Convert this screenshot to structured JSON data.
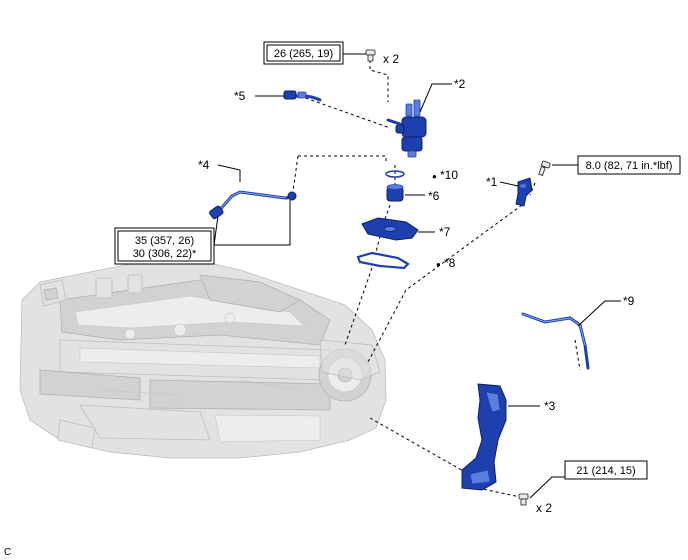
{
  "parts": {
    "p1": "*1",
    "p2": "*2",
    "p3": "*3",
    "p4": "*4",
    "p5": "*5",
    "p6": "*6",
    "p7": "*7",
    "p8": "*8",
    "p9": "*9",
    "p10": "*10"
  },
  "torque": {
    "top": "26 (265, 19)",
    "right": "8.0 (82, 71 in.*lbf)",
    "left_line1": "35 (357, 26)",
    "left_line2": "30 (306, 22)*",
    "bottom": "21 (214, 15)"
  },
  "quantity": {
    "top": "x 2",
    "bottom": "x 2"
  },
  "marker": "●",
  "corner_label": "C",
  "colors": {
    "part": "#1e3fae",
    "engine": "#e2e2e2"
  }
}
